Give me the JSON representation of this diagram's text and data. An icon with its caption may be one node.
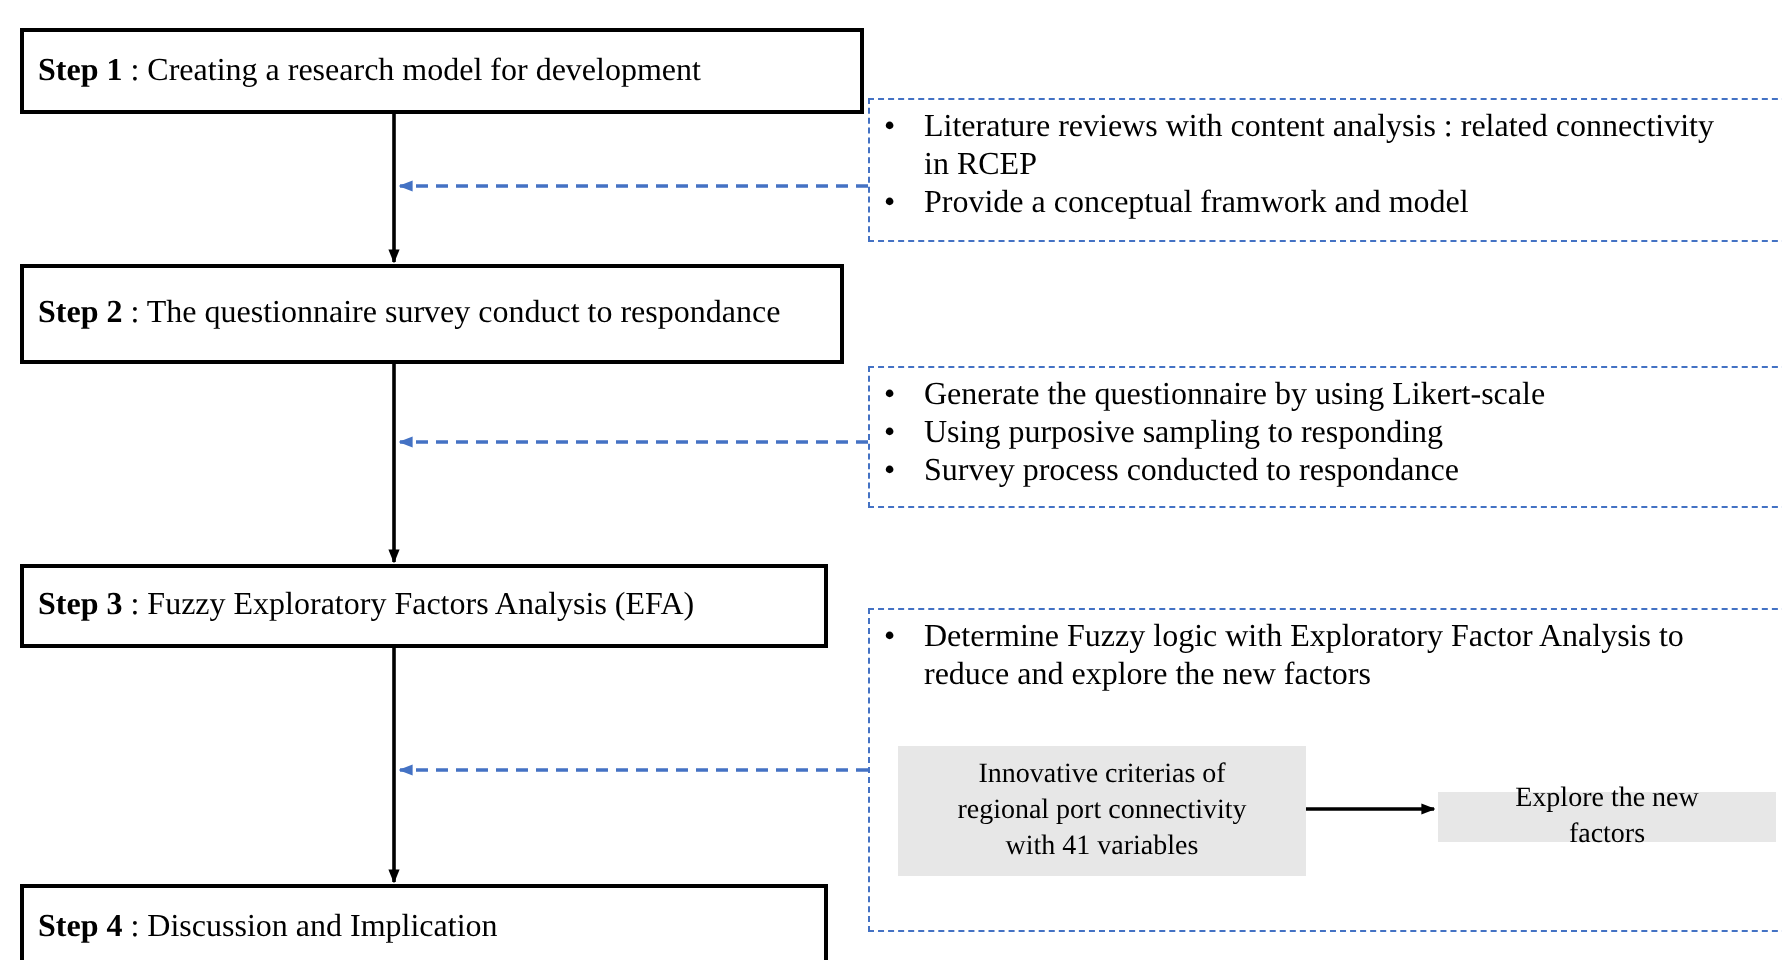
{
  "diagram": {
    "nodes": [
      {
        "text": [
          "**Step 1** : Creating a research model for development"
        ]
      },
      {
        "text": [
          "Literature reviews with content analysis : related connectivity in RCEP",
          "Provide a conceptual framwork and model"
        ]
      },
      {
        "text": [
          "**Step 2** : The questionnaire survey conduct to respondance"
        ]
      },
      {
        "text": [
          "Generate the questionnaire by using Likert-scale",
          "Using purposive sampling to responding",
          "Survey process conducted to respondance"
        ]
      },
      {
        "text": [
          "**Step 3** : Fuzzy Exploratory Factors Analysis (EFA)"
        ]
      },
      {
        "text": [
          "Determine Fuzzy logic with Exploratory Factor Analysis to reduce and explore the new factors"
        ]
      },
      {
        "text": [
          "Innovative criterias of regional port connectivity with 41 variables"
        ],
        "in": 5
      },
      {
        "text": [
          "Explore the new factors"
        ],
        "in": 5
      },
      {
        "text": [
          "**Step 4** : Discussion and  Implication"
        ]
      }
    ],
    "edges": [
      {
        "from": 0,
        "to": 2,
        "arrow": "to"
      },
      {
        "from": 1,
        "to": null,
        "arrow": "to",
        "style": "dashed",
        "color": "#4472c4"
      },
      {
        "from": 2,
        "to": 4,
        "arrow": "to"
      },
      {
        "from": 3,
        "to": null,
        "arrow": "to",
        "style": "dashed",
        "color": "#4472c4"
      },
      {
        "from": 4,
        "to": 8,
        "arrow": "to"
      },
      {
        "from": 5,
        "to": null,
        "arrow": "to",
        "style": "dashed",
        "color": "#4472c4"
      },
      {
        "from": 6,
        "to": 7,
        "arrow": "to"
      }
    ],
    "labels": [
      "•",
      "•",
      "•",
      "•",
      "•",
      "•"
    ]
  }
}
